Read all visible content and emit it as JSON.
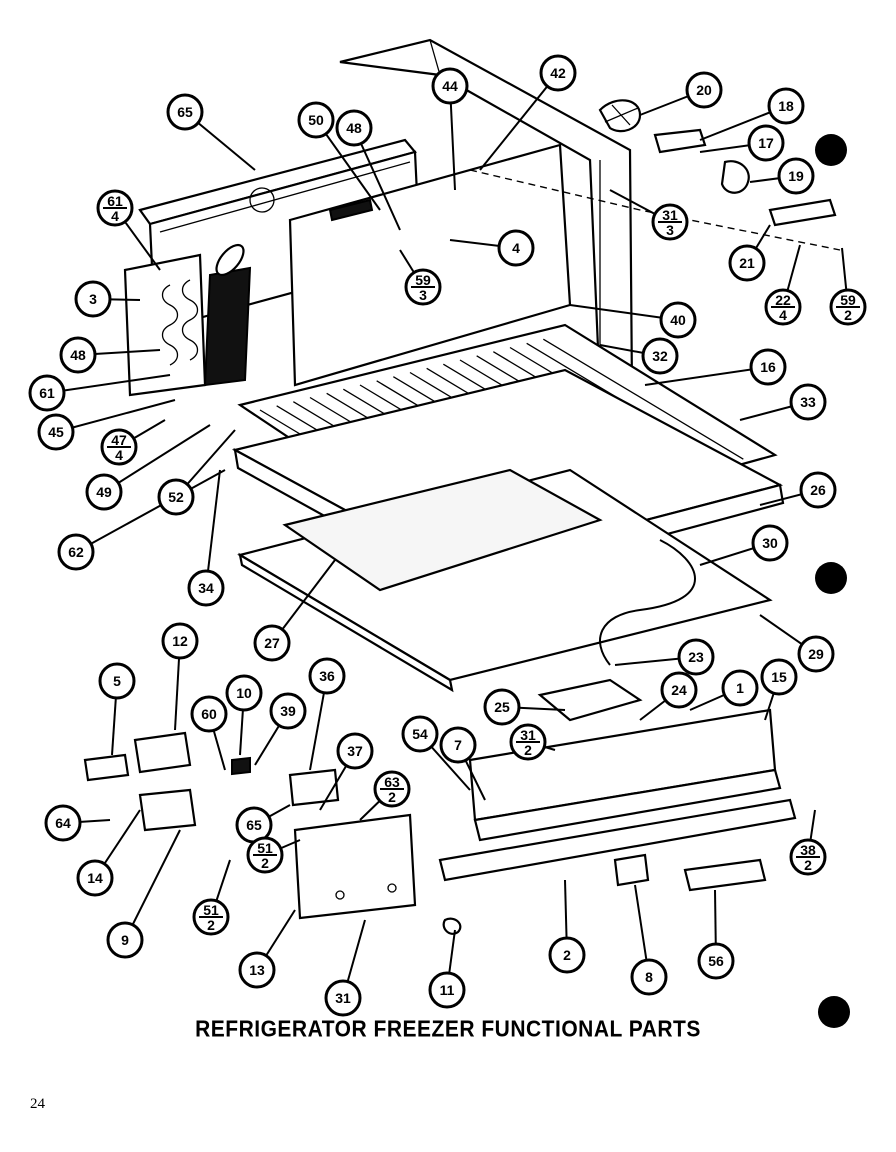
{
  "title": "REFRIGERATOR FREEZER FUNCTIONAL PARTS",
  "page_number": "24",
  "callouts": [
    {
      "id": "65a",
      "label": "65"
    },
    {
      "id": "50",
      "label": "50"
    },
    {
      "id": "48a",
      "label": "48"
    },
    {
      "id": "44",
      "label": "44"
    },
    {
      "id": "42",
      "label": "42"
    },
    {
      "id": "20",
      "label": "20"
    },
    {
      "id": "18",
      "label": "18"
    },
    {
      "id": "17",
      "label": "17"
    },
    {
      "id": "19",
      "label": "19"
    },
    {
      "id": "61-4",
      "label": "61",
      "sub": "4"
    },
    {
      "id": "4",
      "label": "4"
    },
    {
      "id": "31-3",
      "label": "31",
      "sub": "3"
    },
    {
      "id": "59-3",
      "label": "59",
      "sub": "3"
    },
    {
      "id": "21",
      "label": "21"
    },
    {
      "id": "22-4",
      "label": "22",
      "sub": "4"
    },
    {
      "id": "59-2",
      "label": "59",
      "sub": "2"
    },
    {
      "id": "3",
      "label": "3"
    },
    {
      "id": "40",
      "label": "40"
    },
    {
      "id": "48b",
      "label": "48"
    },
    {
      "id": "32",
      "label": "32"
    },
    {
      "id": "16",
      "label": "16"
    },
    {
      "id": "61",
      "label": "61"
    },
    {
      "id": "45",
      "label": "45"
    },
    {
      "id": "33",
      "label": "33"
    },
    {
      "id": "47-4",
      "label": "47",
      "sub": "4"
    },
    {
      "id": "49",
      "label": "49"
    },
    {
      "id": "52",
      "label": "52"
    },
    {
      "id": "26",
      "label": "26"
    },
    {
      "id": "62",
      "label": "62"
    },
    {
      "id": "30",
      "label": "30"
    },
    {
      "id": "34",
      "label": "34"
    },
    {
      "id": "27",
      "label": "27"
    },
    {
      "id": "29",
      "label": "29"
    },
    {
      "id": "12",
      "label": "12"
    },
    {
      "id": "5",
      "label": "5"
    },
    {
      "id": "10",
      "label": "10"
    },
    {
      "id": "36",
      "label": "36"
    },
    {
      "id": "23",
      "label": "23"
    },
    {
      "id": "60",
      "label": "60"
    },
    {
      "id": "39",
      "label": "39"
    },
    {
      "id": "25",
      "label": "25"
    },
    {
      "id": "24",
      "label": "24"
    },
    {
      "id": "1",
      "label": "1"
    },
    {
      "id": "15",
      "label": "15"
    },
    {
      "id": "54",
      "label": "54"
    },
    {
      "id": "7",
      "label": "7"
    },
    {
      "id": "31-2a",
      "label": "31",
      "sub": "2"
    },
    {
      "id": "37",
      "label": "37"
    },
    {
      "id": "63-2",
      "label": "63",
      "sub": "2"
    },
    {
      "id": "64",
      "label": "64"
    },
    {
      "id": "65b",
      "label": "65"
    },
    {
      "id": "14",
      "label": "14"
    },
    {
      "id": "51-2a",
      "label": "51",
      "sub": "2"
    },
    {
      "id": "51-2b",
      "label": "51",
      "sub": "2"
    },
    {
      "id": "38-2",
      "label": "38",
      "sub": "2"
    },
    {
      "id": "9",
      "label": "9"
    },
    {
      "id": "2",
      "label": "2"
    },
    {
      "id": "8",
      "label": "8"
    },
    {
      "id": "56",
      "label": "56"
    },
    {
      "id": "13",
      "label": "13"
    },
    {
      "id": "11",
      "label": "11"
    },
    {
      "id": "31b",
      "label": "31"
    }
  ]
}
